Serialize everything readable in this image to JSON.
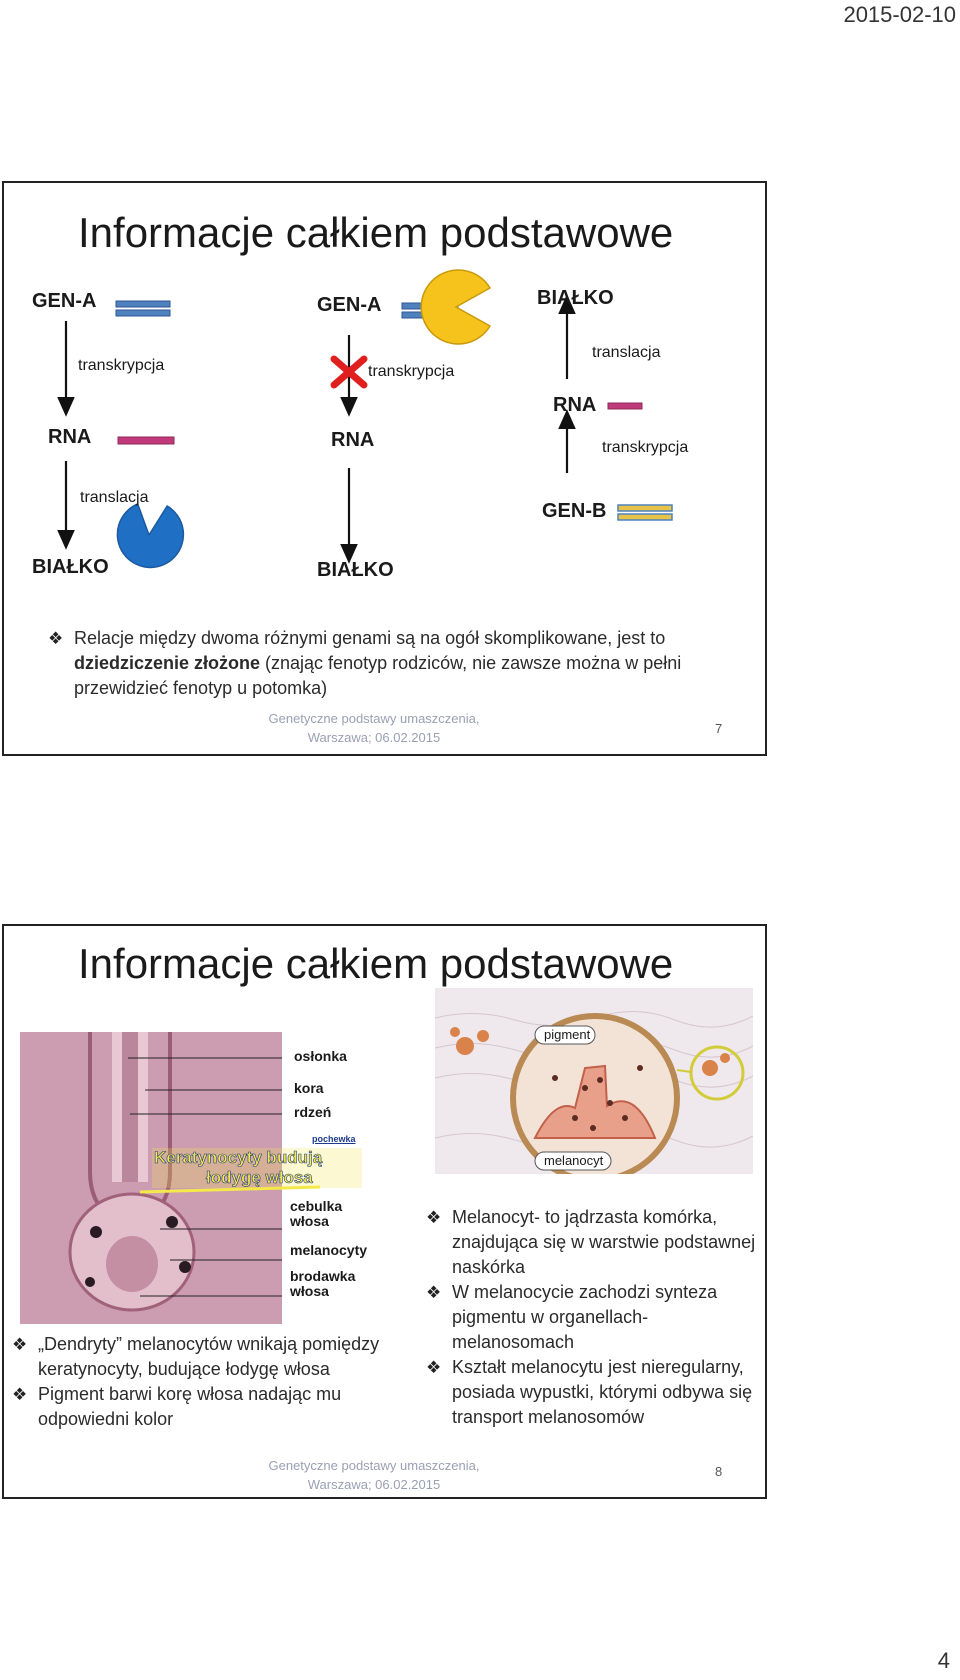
{
  "header": {
    "date": "2015-02-10"
  },
  "page_number": "4",
  "slide1": {
    "title": "Informacje całkiem podstawowe",
    "left": {
      "gene": "GEN-A",
      "process1": "transkrypcja",
      "rna": "RNA",
      "process2": "translacja",
      "protein": "BIAŁKO"
    },
    "middle": {
      "gene": "GEN-A",
      "process1": "transkrypcja",
      "rna": "RNA",
      "protein": "BIAŁKO"
    },
    "right": {
      "protein": "BIAŁKO",
      "process2": "translacja",
      "rna": "RNA",
      "process1": "transkrypcja",
      "gene": "GEN-B"
    },
    "bullet": {
      "pre": "Relacje między dwoma różnymi genami  są na ogół skomplikowane, jest to ",
      "bold": "dziedziczenie złożone",
      "post": " (znając fenotyp rodziców, nie zawsze można w pełni przewidzieć fenotyp u potomka)"
    },
    "footer_line1": "Genetyczne podstawy umaszczenia,",
    "footer_line2": "Warszawa; 06.02.2015",
    "number": "7",
    "colors": {
      "gene_blue": "#4f81bd",
      "rna_magenta": "#c0397a",
      "protein_left": "#1f6fc4",
      "protein_middle": "#f6c21c",
      "gene_b_yellow": "#e8c34a"
    }
  },
  "slide2": {
    "title": "Informacje całkiem podstawowe",
    "hair_labels": {
      "oslonka": "osłonka",
      "kora": "kora",
      "rdzen": "rdzeń",
      "pochewka": "pochewka",
      "keratynocyty1": "Keratynocyty budują",
      "keratynocyty2": "łodygę włosa",
      "cebulka1": "cebulka",
      "cebulka2": "włosa",
      "melanocyty": "melanocyty",
      "brodawka1": "brodawka",
      "brodawka2": "włosa"
    },
    "skin_labels": {
      "pigment": "pigment",
      "melanocyt": "melanocyt"
    },
    "left_bullets": [
      "„Dendryty” melanocytów wnikają pomiędzy keratynocyty, budujące łodygę włosa",
      "Pigment barwi korę włosa nadając mu odpowiedni kolor"
    ],
    "right_bullets": [
      "Melanocyt- to jądrzasta komórka, znajdująca się w warstwie podstawnej naskórka",
      "W melanocycie zachodzi synteza pigmentu w organellach- melanosomach",
      "Kształt melanocytu jest nieregularny, posiada wypustki, którymi odbywa się transport melanosomów"
    ],
    "footer_line1": "Genetyczne podstawy umaszczenia,",
    "footer_line2": "Warszawa; 06.02.2015",
    "number": "8"
  }
}
